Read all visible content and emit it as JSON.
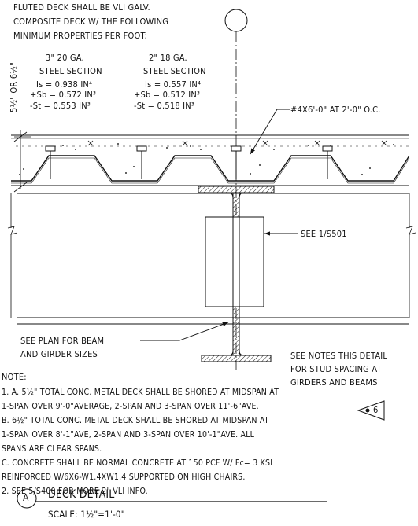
{
  "header_note": [
    "FLUTED DECK SHALL BE VLI GALV.",
    "COMPOSITE DECK W/ THE FOLLOWING",
    "MINIMUM PROPERTIES PER FOOT:"
  ],
  "dimension_label": "5½\" OR 6½\"",
  "sections": [
    {
      "gauge": "3\" 20 GA.",
      "title": "STEEL SECTION",
      "rows": [
        "Is = 0.938 IN⁴",
        "+Sb = 0.572 IN³",
        "-St = 0.553 IN³"
      ]
    },
    {
      "gauge": "2\" 18 GA.",
      "title": "STEEL SECTION",
      "rows": [
        "Is = 0.557 IN⁴",
        "+Sb = 0.512 IN³",
        "-St = 0.518 IN³"
      ]
    }
  ],
  "callouts": {
    "rebar": "#4X6'-0\" AT 2'-0\" O.C.",
    "see_detail": "SEE 1/S501",
    "beam_note": [
      "SEE PLAN FOR BEAM",
      "AND GIRDER SIZES"
    ],
    "stud_note": [
      "SEE NOTES THIS DETAIL",
      "FOR STUD SPACING AT",
      "GIRDERS AND BEAMS"
    ]
  },
  "notes_heading": "NOTE:",
  "notes": [
    "1. A. 5½\" TOTAL CONC. METAL DECK SHALL BE SHORED AT MIDSPAN AT",
    "1-SPAN OVER 9'-0\"AVERAGE, 2-SPAN AND 3-SPAN OVER 11'-6\"AVE.",
    "B. 6½\" TOTAL CONC. METAL DECK SHALL BE SHORED AT MIDSPAN AT",
    "1-SPAN OVER 8'-1\"AVE, 2-SPAN AND 3-SPAN OVER 10'-1\"AVE. ALL",
    "SPANS ARE CLEAR SPANS.",
    "C. CONCRETE SHALL BE NORMAL CONCRETE AT 150 PCF W/ Fc= 3 KSI",
    "REINFORCED W/6X6-W1.4XW1.4 SUPPORTED ON HIGH CHAIRS.",
    "2. SEE 5/S400 FOR MORE 2\" VLI INFO."
  ],
  "revision_tag": "6",
  "detail_tag": "A",
  "detail_title": "DECK DETAIL",
  "scale": "SCALE:   1½\"=1'-0\""
}
